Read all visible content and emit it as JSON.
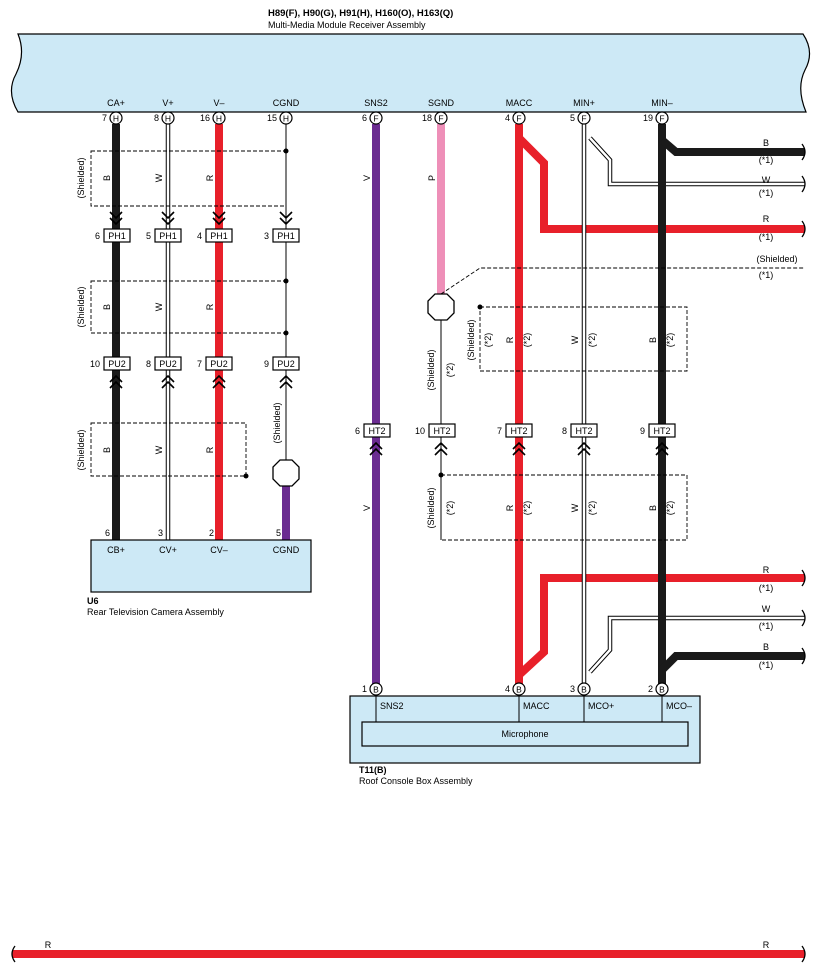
{
  "receiver": {
    "code": "H89(F), H90(G), H91(H), H160(O), H163(Q)",
    "name": "Multi-Media Module Receiver Assembly"
  },
  "camera": {
    "code": "U6",
    "name": "Rear Television Camera Assembly"
  },
  "roof": {
    "code": "T11(B)",
    "name": "Roof Console Box Assembly",
    "inner": "Microphone"
  },
  "receiver_pins": [
    {
      "label": "CA+",
      "num": "7",
      "conn": "H"
    },
    {
      "label": "V+",
      "num": "8",
      "conn": "H"
    },
    {
      "label": "V–",
      "num": "16",
      "conn": "H"
    },
    {
      "label": "CGND",
      "num": "15",
      "conn": "H"
    },
    {
      "label": "SNS2",
      "num": "6",
      "conn": "F"
    },
    {
      "label": "SGND",
      "num": "18",
      "conn": "F"
    },
    {
      "label": "MACC",
      "num": "4",
      "conn": "F"
    },
    {
      "label": "MIN+",
      "num": "5",
      "conn": "F"
    },
    {
      "label": "MIN–",
      "num": "19",
      "conn": "F"
    }
  ],
  "camera_pins": [
    {
      "label": "CB+",
      "num": "6"
    },
    {
      "label": "CV+",
      "num": "3"
    },
    {
      "label": "CV–",
      "num": "2"
    },
    {
      "label": "CGND",
      "num": "5"
    }
  ],
  "roof_pins": [
    {
      "label": "SNS2",
      "num": "1",
      "conn": "B"
    },
    {
      "label": "MACC",
      "num": "4",
      "conn": "B"
    },
    {
      "label": "MCO+",
      "num": "3",
      "conn": "B"
    },
    {
      "label": "MCO–",
      "num": "2",
      "conn": "B"
    }
  ],
  "ph1": [
    {
      "num": "6",
      "label": "PH1"
    },
    {
      "num": "5",
      "label": "PH1"
    },
    {
      "num": "4",
      "label": "PH1"
    },
    {
      "num": "3",
      "label": "PH1"
    }
  ],
  "pu2": [
    {
      "num": "10",
      "label": "PU2"
    },
    {
      "num": "8",
      "label": "PU2"
    },
    {
      "num": "7",
      "label": "PU2"
    },
    {
      "num": "9",
      "label": "PU2"
    }
  ],
  "ht2": [
    {
      "num": "6",
      "label": "HT2"
    },
    {
      "num": "10",
      "label": "HT2"
    },
    {
      "num": "7",
      "label": "HT2"
    },
    {
      "num": "8",
      "label": "HT2"
    },
    {
      "num": "9",
      "label": "HT2"
    }
  ],
  "wire_colors": {
    "B": "#1a1a1a",
    "W": "#ffffff",
    "R": "#e8202a",
    "V": "#6b2c91",
    "P": "#ee8fb8"
  },
  "labels": {
    "shielded": "(Shielded)",
    "note1": "(*1)",
    "note2": "(*2)",
    "B": "B",
    "W": "W",
    "R": "R",
    "V": "V",
    "P": "P"
  }
}
